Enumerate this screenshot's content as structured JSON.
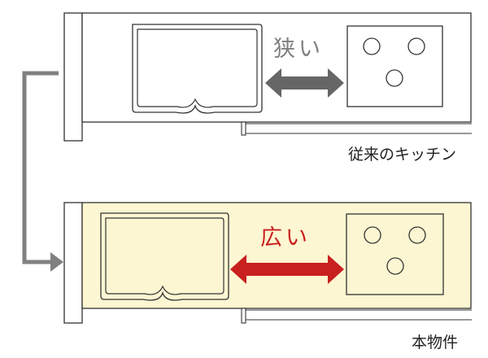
{
  "top_kitchen": {
    "gap_label": "狭い",
    "gap_label_color": "#7f7f7f",
    "arrow_color": "#666666",
    "caption": "従来のキッチン"
  },
  "bottom_kitchen": {
    "gap_label": "広い",
    "gap_label_color": "#c8201e",
    "arrow_color": "#c8201e",
    "counter_color": "#fdf6d2",
    "caption": "本物件"
  },
  "connector_color": "#808080"
}
